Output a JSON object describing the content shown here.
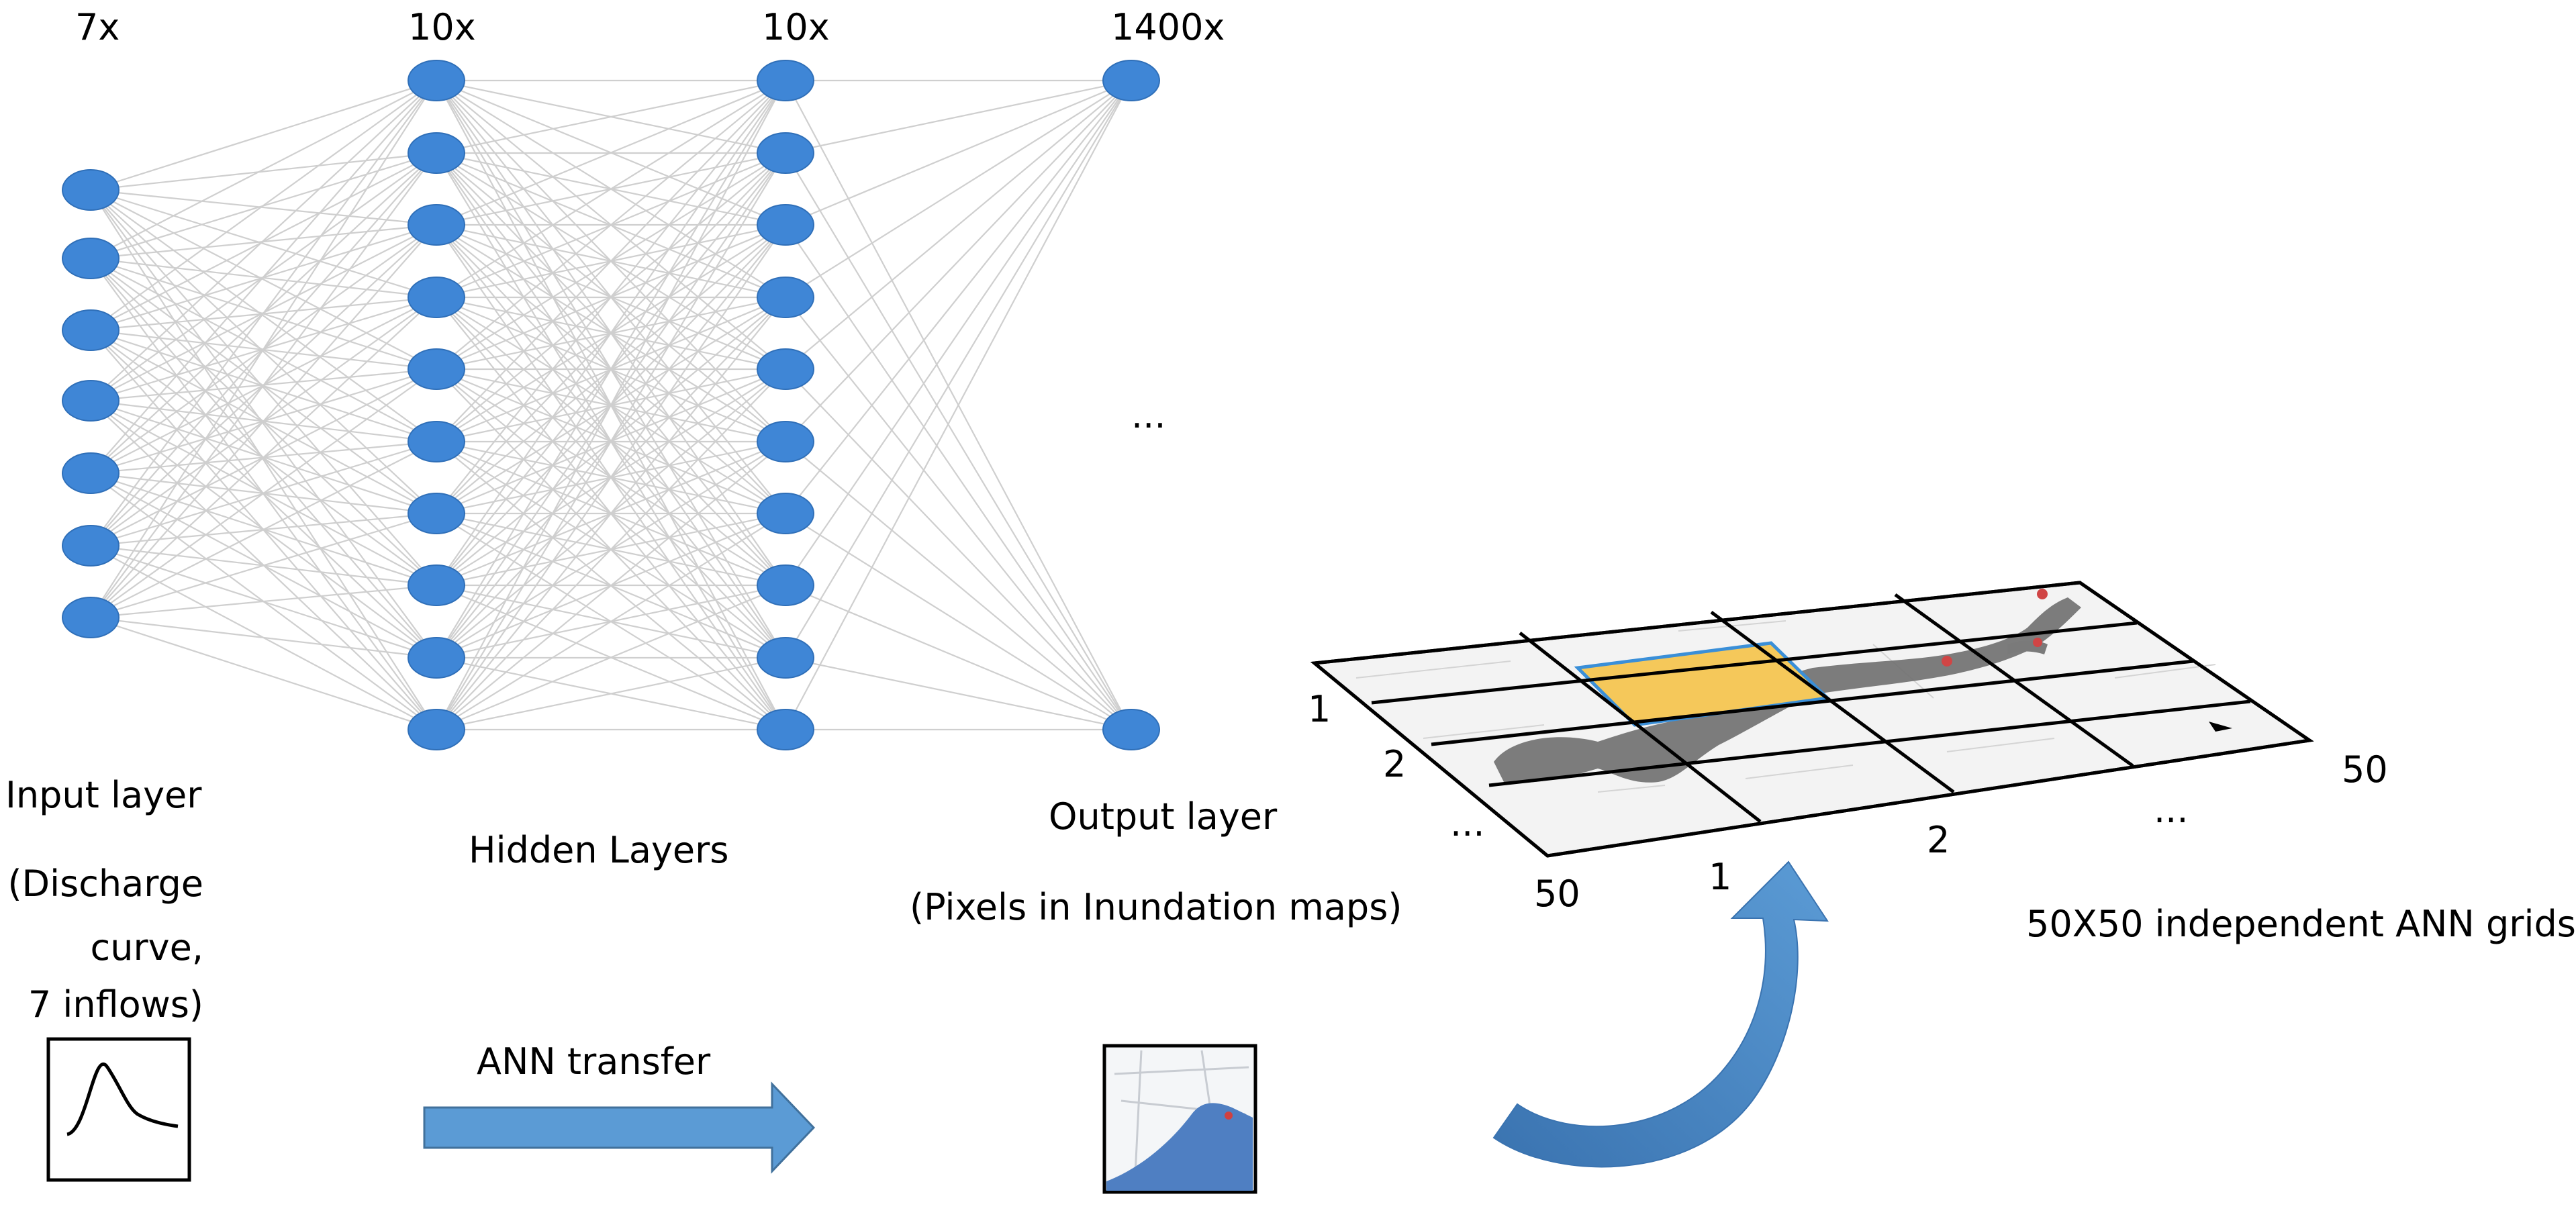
{
  "network": {
    "layers": [
      {
        "count_label": "7x",
        "node_count": 7
      },
      {
        "count_label": "10x",
        "node_count": 10
      },
      {
        "count_label": "10x",
        "node_count": 10
      },
      {
        "count_label": "1400x",
        "node_count": 2
      }
    ],
    "output_ellipsis": "...",
    "node_color": "#3f86d6"
  },
  "labels": {
    "input_layer": "Input layer",
    "input_desc_1": "(Discharge",
    "input_desc_2": "curve,",
    "input_desc_3": "7 inflows)",
    "hidden_layers": "Hidden Layers",
    "output_layer": "Output layer",
    "output_desc": "(Pixels in Inundation maps)",
    "ann_transfer": "ANN transfer",
    "grids_caption": "50X50 independent ANN grids"
  },
  "grid": {
    "left_axis": [
      "1",
      "2",
      "...",
      "50"
    ],
    "bottom_axis": [
      "1",
      "2",
      "..."
    ],
    "right_label": "50",
    "highlight_color": "#f5c85a",
    "highlight_border": "#3a8fd8"
  },
  "colors": {
    "arrow": "#5b9bd5",
    "arrow_dark": "#3a73b0",
    "edge": "#cfcfcf"
  }
}
